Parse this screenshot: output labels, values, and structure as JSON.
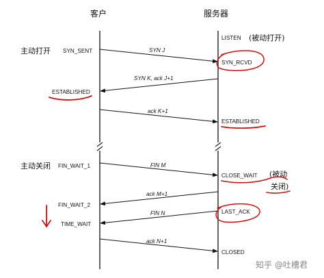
{
  "headers": {
    "client": "客户",
    "server": "服务器"
  },
  "phases": {
    "open": "主动打开",
    "close": "主动关闭"
  },
  "client_states": {
    "syn_sent": "SYN_SENT",
    "established": "ESTABLISHED",
    "fin_wait_1": "FIN_WAIT_1",
    "fin_wait_2": "FIN_WAIT_2",
    "time_wait": "TIME_WAIT"
  },
  "server_states": {
    "listen": "LISTEN",
    "listen_note": "(被动打开)",
    "syn_rcvd": "SYN_RCVD",
    "established": "ESTABLISHED",
    "close_wait": "CLOSE_WAIT",
    "close_wait_note_1": "(被动",
    "close_wait_note_2": "关闭)",
    "last_ack": "LAST_ACK",
    "closed": "CLOSED"
  },
  "messages": {
    "syn": "SYN J",
    "syn_ack": "SYN K, ack J+1",
    "ack": "ack K+1",
    "fin_m": "FIN M",
    "ack_m": "ack M+1",
    "fin_n": "FIN N",
    "ack_n": "ack N+1"
  },
  "watermark": "知乎 @吐槽君",
  "annotation_color": "#cc1111"
}
